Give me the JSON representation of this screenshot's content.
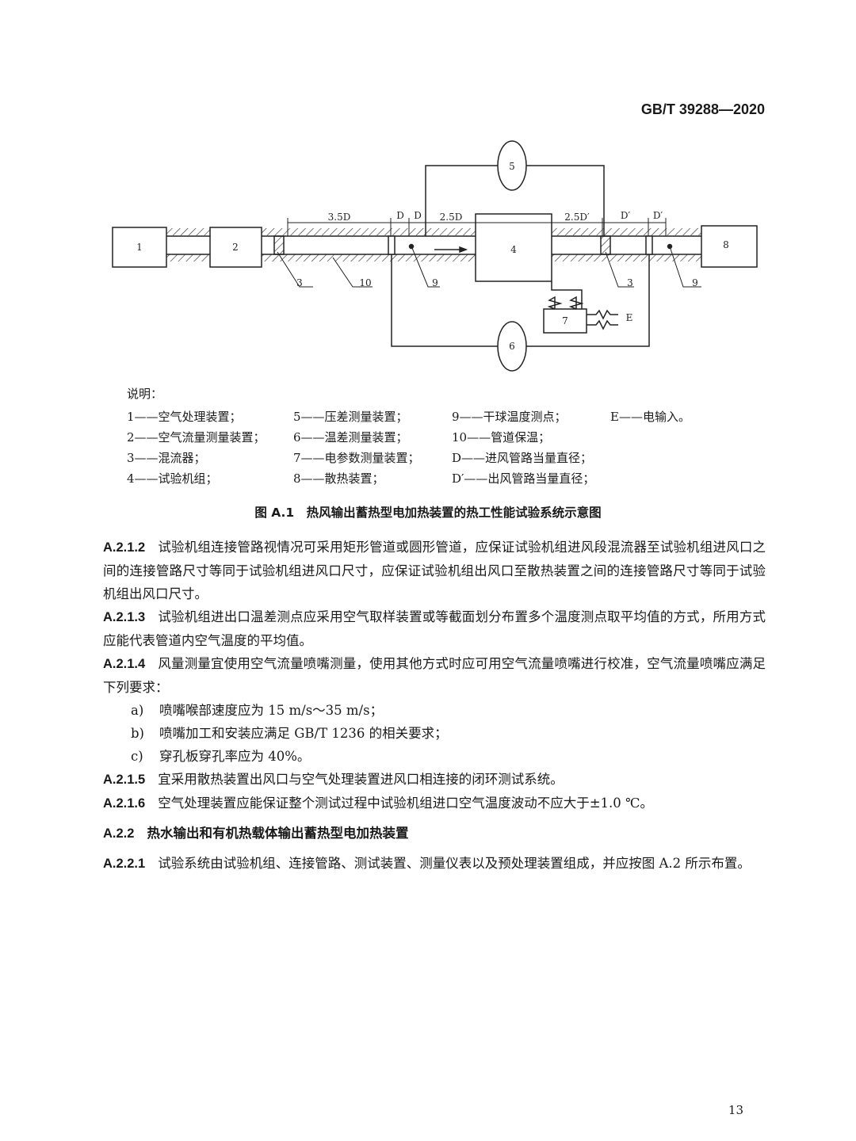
{
  "header": {
    "standard_code": "GB/T 39288—2020"
  },
  "figure": {
    "labels": {
      "n1": "1",
      "n2": "2",
      "n3a": "3",
      "n3b": "3",
      "n4": "4",
      "n5": "5",
      "n6": "6",
      "n7": "7",
      "n8": "8",
      "n9a": "9",
      "n9b": "9",
      "n10": "10",
      "e": "E"
    },
    "dims": {
      "d35": "3.5D",
      "d1": "D",
      "d2": "D",
      "d25": "2.5D",
      "d25p": "2.5D′",
      "dp1": "D′",
      "dp2": "D′"
    }
  },
  "legend": {
    "title": "说明：",
    "items": [
      "1——空气处理装置；",
      "5——压差测量装置；",
      "9——干球温度测点；",
      "E——电输入。",
      "2——空气流量测量装置；",
      "6——温差测量装置；",
      "10——管道保温；",
      "",
      "3——混流器；",
      "7——电参数测量装置；",
      "D——进风管路当量直径；",
      "",
      "4——试验机组；",
      "8——散热装置；",
      "D′——出风管路当量直径；",
      ""
    ]
  },
  "caption": "图 A.1　热风输出蓄热型电加热装置的热工性能试验系统示意图",
  "body": {
    "p1_num": "A.2.1.2",
    "p1_text": "试验机组连接管路视情况可采用矩形管道或圆形管道，应保证试验机组进风段混流器至试验机组进风口之间的连接管路尺寸等同于试验机组进风口尺寸，应保证试验机组出风口至散热装置之间的连接管路尺寸等同于试验机组出风口尺寸。",
    "p2_num": "A.2.1.3",
    "p2_text": "试验机组进出口温差测点应采用空气取样装置或等截面划分布置多个温度测点取平均值的方式，所用方式应能代表管道内空气温度的平均值。",
    "p3_num": "A.2.1.4",
    "p3_text": "风量测量宜使用空气流量喷嘴测量，使用其他方式时应可用空气流量喷嘴进行校准，空气流量喷嘴应满足下列要求：",
    "list": [
      {
        "mark": "a)",
        "text": "喷嘴喉部速度应为 15 m/s～35 m/s；"
      },
      {
        "mark": "b)",
        "text": "喷嘴加工和安装应满足 GB/T 1236 的相关要求；"
      },
      {
        "mark": "c)",
        "text": "穿孔板穿孔率应为 40%。"
      }
    ],
    "p4_num": "A.2.1.5",
    "p4_text": "宜采用散热装置出风口与空气处理装置进风口相连接的闭环测试系统。",
    "p5_num": "A.2.1.6",
    "p5_text": "空气处理装置应能保证整个测试过程中试验机组进口空气温度波动不应大于±1.0 ℃。",
    "h_num": "A.2.2",
    "h_text": "热水输出和有机热载体输出蓄热型电加热装置",
    "p6_num": "A.2.2.1",
    "p6_text": "试验系统由试验机组、连接管路、测试装置、测量仪表以及预处理装置组成，并应按图 A.2 所示布置。"
  },
  "page_number": "13"
}
